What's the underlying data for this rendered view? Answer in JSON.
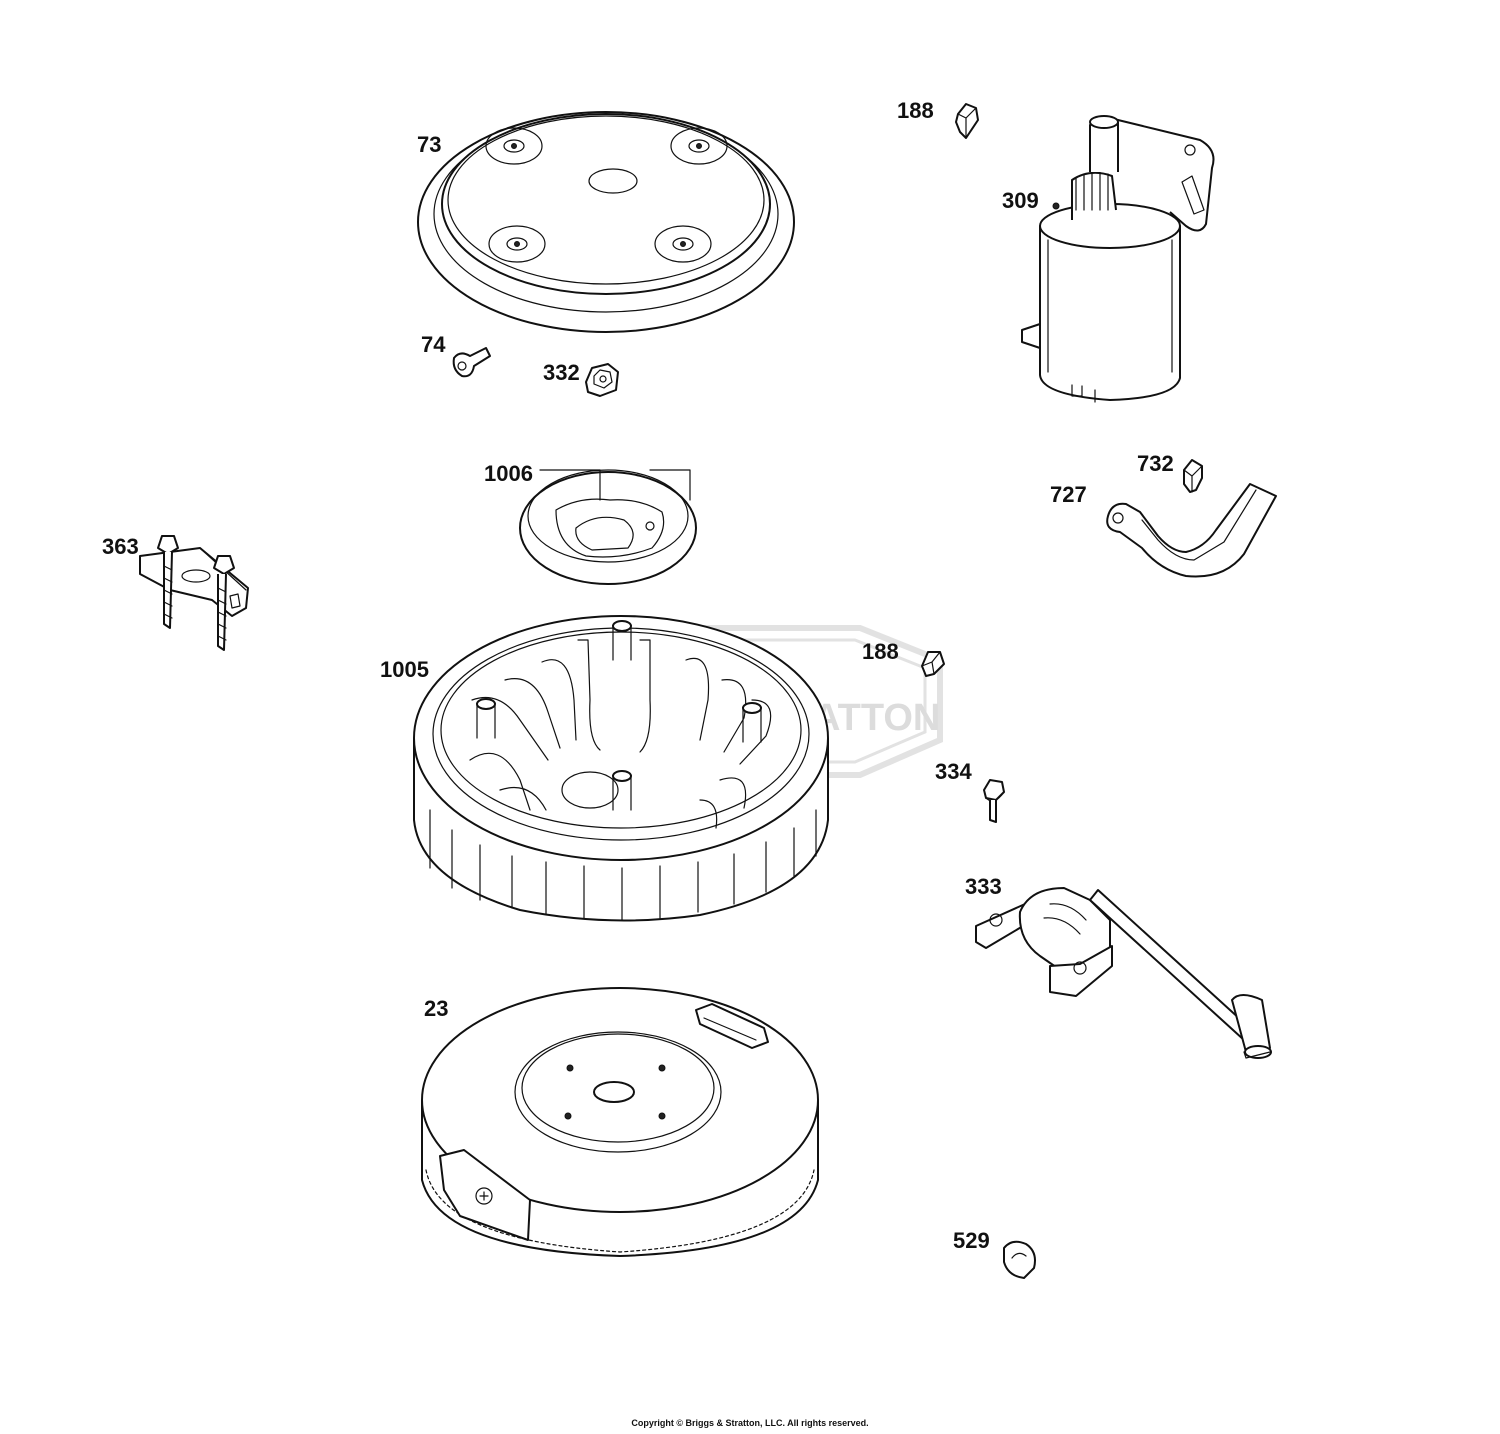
{
  "diagram": {
    "watermark": {
      "text": "BRIGGS&STRATTON",
      "color": "#dcdcdc"
    },
    "parts": [
      {
        "id": "73",
        "label": "73"
      },
      {
        "id": "188-top",
        "label": "188"
      },
      {
        "id": "309",
        "label": "309"
      },
      {
        "id": "74",
        "label": "74"
      },
      {
        "id": "332",
        "label": "332"
      },
      {
        "id": "1006",
        "label": "1006"
      },
      {
        "id": "732",
        "label": "732"
      },
      {
        "id": "727",
        "label": "727"
      },
      {
        "id": "363",
        "label": "363"
      },
      {
        "id": "188-mid",
        "label": "188"
      },
      {
        "id": "1005",
        "label": "1005"
      },
      {
        "id": "334",
        "label": "334"
      },
      {
        "id": "333",
        "label": "333"
      },
      {
        "id": "23",
        "label": "23"
      },
      {
        "id": "529",
        "label": "529"
      }
    ],
    "copyright": "Copyright © Briggs & Stratton, LLC. All rights reserved."
  }
}
